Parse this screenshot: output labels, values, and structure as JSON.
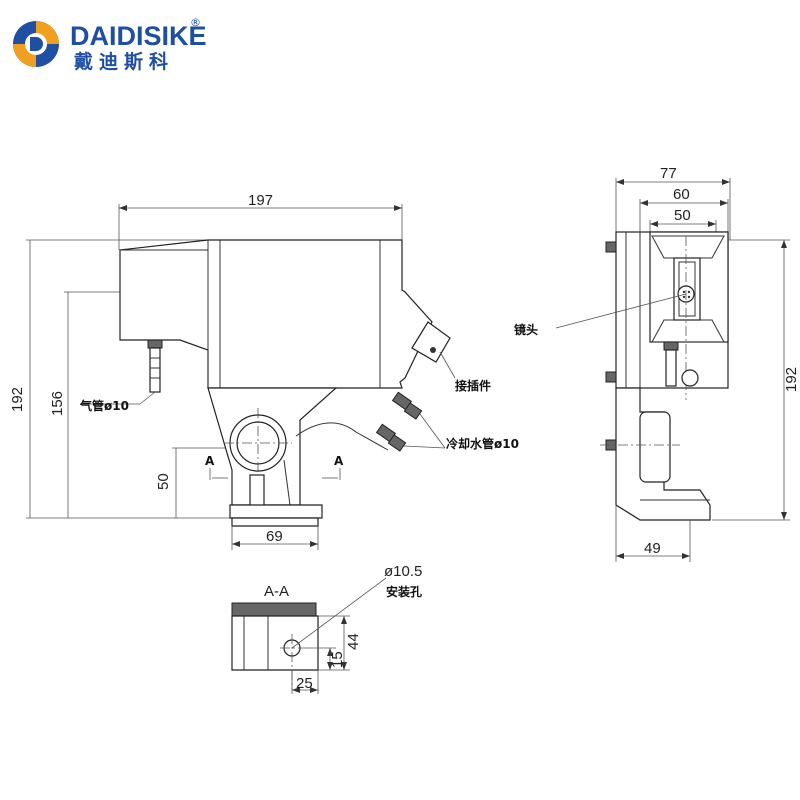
{
  "brand": {
    "name": "DAIDISIKE",
    "name_cn": "戴迪斯科",
    "registered_mark": "®",
    "colors": {
      "blue": "#1f4fa3",
      "orange": "#f0a020"
    }
  },
  "front_view": {
    "dims": {
      "width_total": "197",
      "height_total": "192",
      "height_inner": "156",
      "height_base": "50",
      "base_width": "69"
    },
    "labels": {
      "air_pipe": "气管ø10",
      "connector": "接插件",
      "cooling_pipe": "冷却水管ø10",
      "section_mark_left": "A",
      "section_mark_right": "A"
    }
  },
  "side_view": {
    "dims": {
      "width_77": "77",
      "width_60": "60",
      "width_50": "50",
      "height_192": "192",
      "base_49": "49"
    },
    "labels": {
      "lens": "镜头"
    }
  },
  "section_view": {
    "title": "A-A",
    "dims": {
      "hole_dia": "ø10.5",
      "height_44": "44",
      "height_15": "15",
      "width_25": "25"
    },
    "labels": {
      "mount_hole": "安装孔"
    }
  }
}
